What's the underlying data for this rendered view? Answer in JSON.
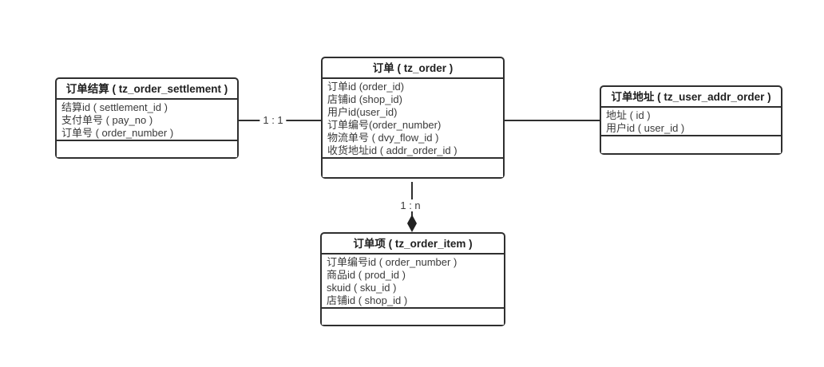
{
  "diagram": {
    "entities": [
      {
        "title": "订单结算 ( tz_order_settlement )",
        "fields": [
          "结算id ( settlement_id )",
          "支付单号 ( pay_no )",
          "订单号 ( order_number )"
        ]
      },
      {
        "title": "订单 ( tz_order )",
        "fields": [
          "订单id (order_id)",
          "店铺id (shop_id)",
          "用户id(user_id)",
          "订单编号(order_number)",
          "物流单号 ( dvy_flow_id )",
          "收货地址id ( addr_order_id )"
        ]
      },
      {
        "title": "订单地址 ( tz_user_addr_order )",
        "fields": [
          "地址 ( id )",
          "用户id ( user_id )"
        ]
      },
      {
        "title": "订单项 ( tz_order_item )",
        "fields": [
          "订单编号id ( order_number )",
          "商品id ( prod_id )",
          "skuid ( sku_id )",
          "店铺id ( shop_id )"
        ]
      }
    ],
    "relationships": {
      "settlement_to_order": "1 : 1",
      "order_to_item": "1 : n"
    },
    "colors": {
      "border": "#2f2f2f",
      "text": "#3a3a3a",
      "title_text": "#1f1f1f",
      "background": "#ffffff"
    }
  }
}
